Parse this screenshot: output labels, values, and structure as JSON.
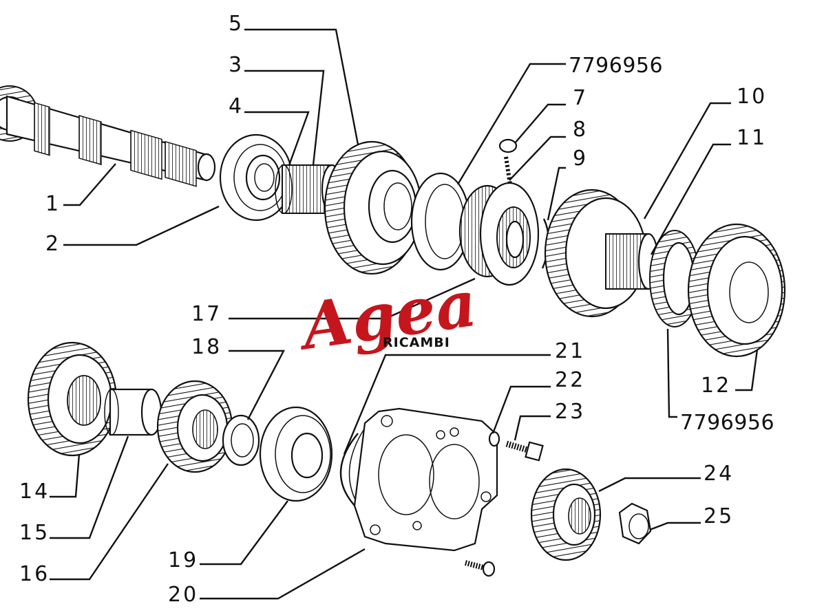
{
  "labels": {
    "l1": "1",
    "l2": "2",
    "l3": "3",
    "l4": "4",
    "l5": "5",
    "l7": "7",
    "l8": "8",
    "l9": "9",
    "l10": "10",
    "l11": "11",
    "l12": "12",
    "l14": "14",
    "l15": "15",
    "l16": "16",
    "l17": "17",
    "l18": "18",
    "l19": "19",
    "l20": "20",
    "l21": "21",
    "l22": "22",
    "l23": "23",
    "l24": "24",
    "l25": "25",
    "code_top": "7796956",
    "code_bottom": "7796956"
  },
  "logo": {
    "brand": "Agea",
    "subtitle": "RICAMBI",
    "color": "#c5161d"
  }
}
